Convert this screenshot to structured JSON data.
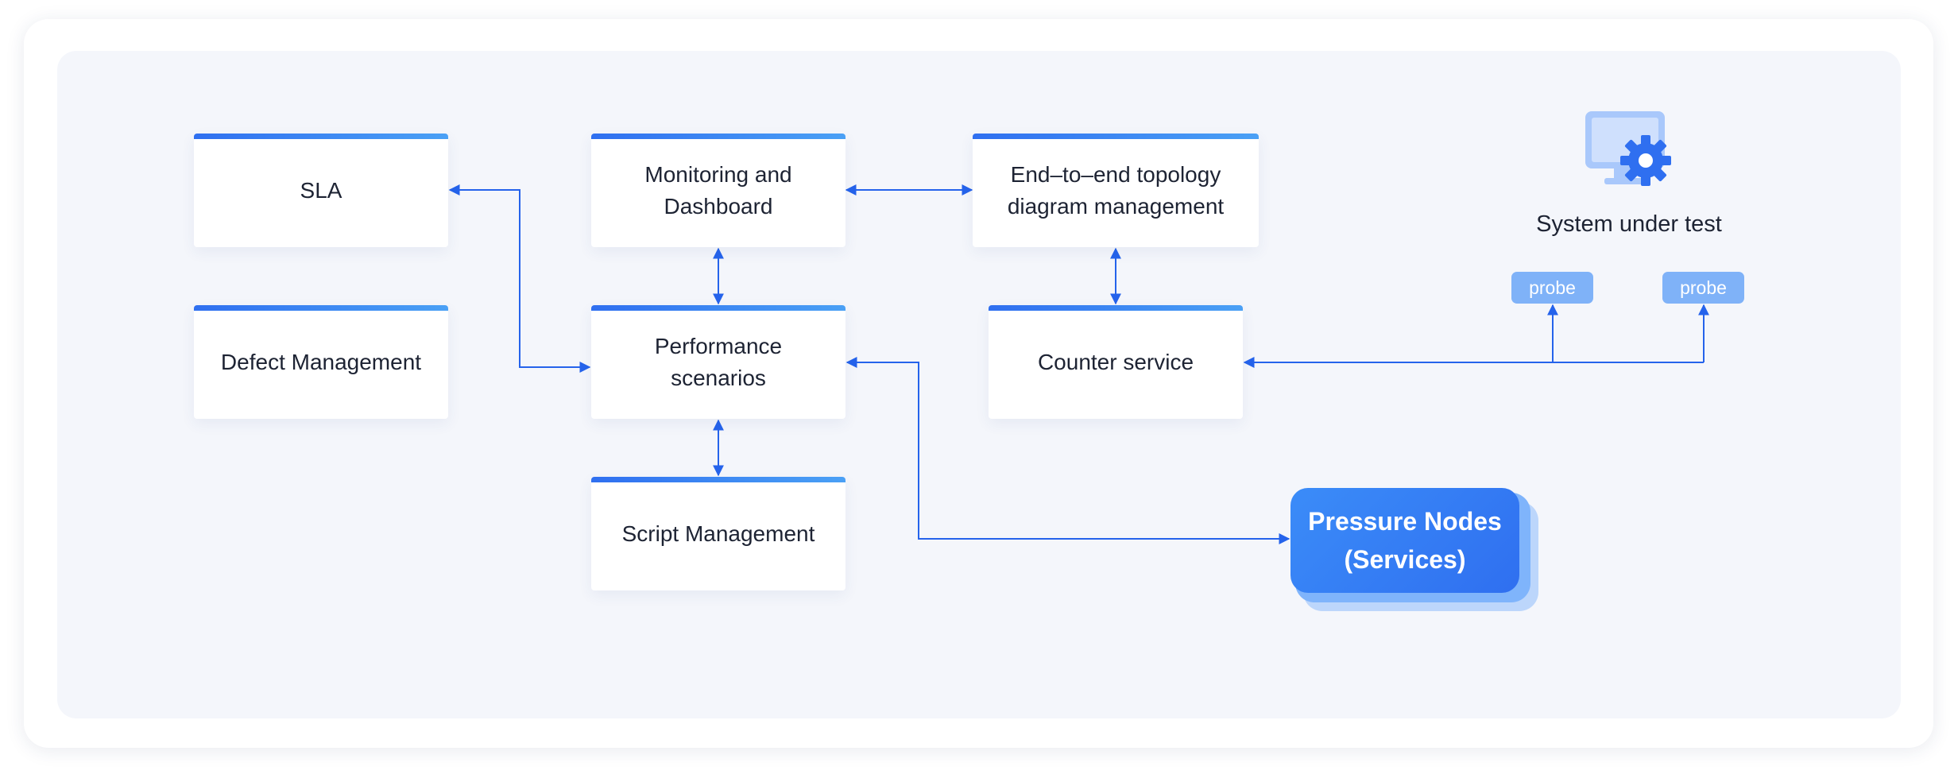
{
  "nodes": {
    "sla": "SLA",
    "defect_management": "Defect Management",
    "monitoring_dashboard": "Monitoring and\nDashboard",
    "performance_scenarios": "Performance\nscenarios",
    "script_management": "Script Management",
    "topology_management": "End–to–end topology\ndiagram management",
    "counter_service": "Counter service",
    "pressure_nodes": "Pressure Nodes\n(Services)"
  },
  "system_under_test": {
    "label": "System under test",
    "icon": "monitor-gear-icon",
    "probes": [
      "probe",
      "probe"
    ]
  },
  "colors": {
    "accent": "#2f6ff0",
    "connector": "#2563eb",
    "probe": "#7fb2f8",
    "panel": "#f4f6fb"
  }
}
